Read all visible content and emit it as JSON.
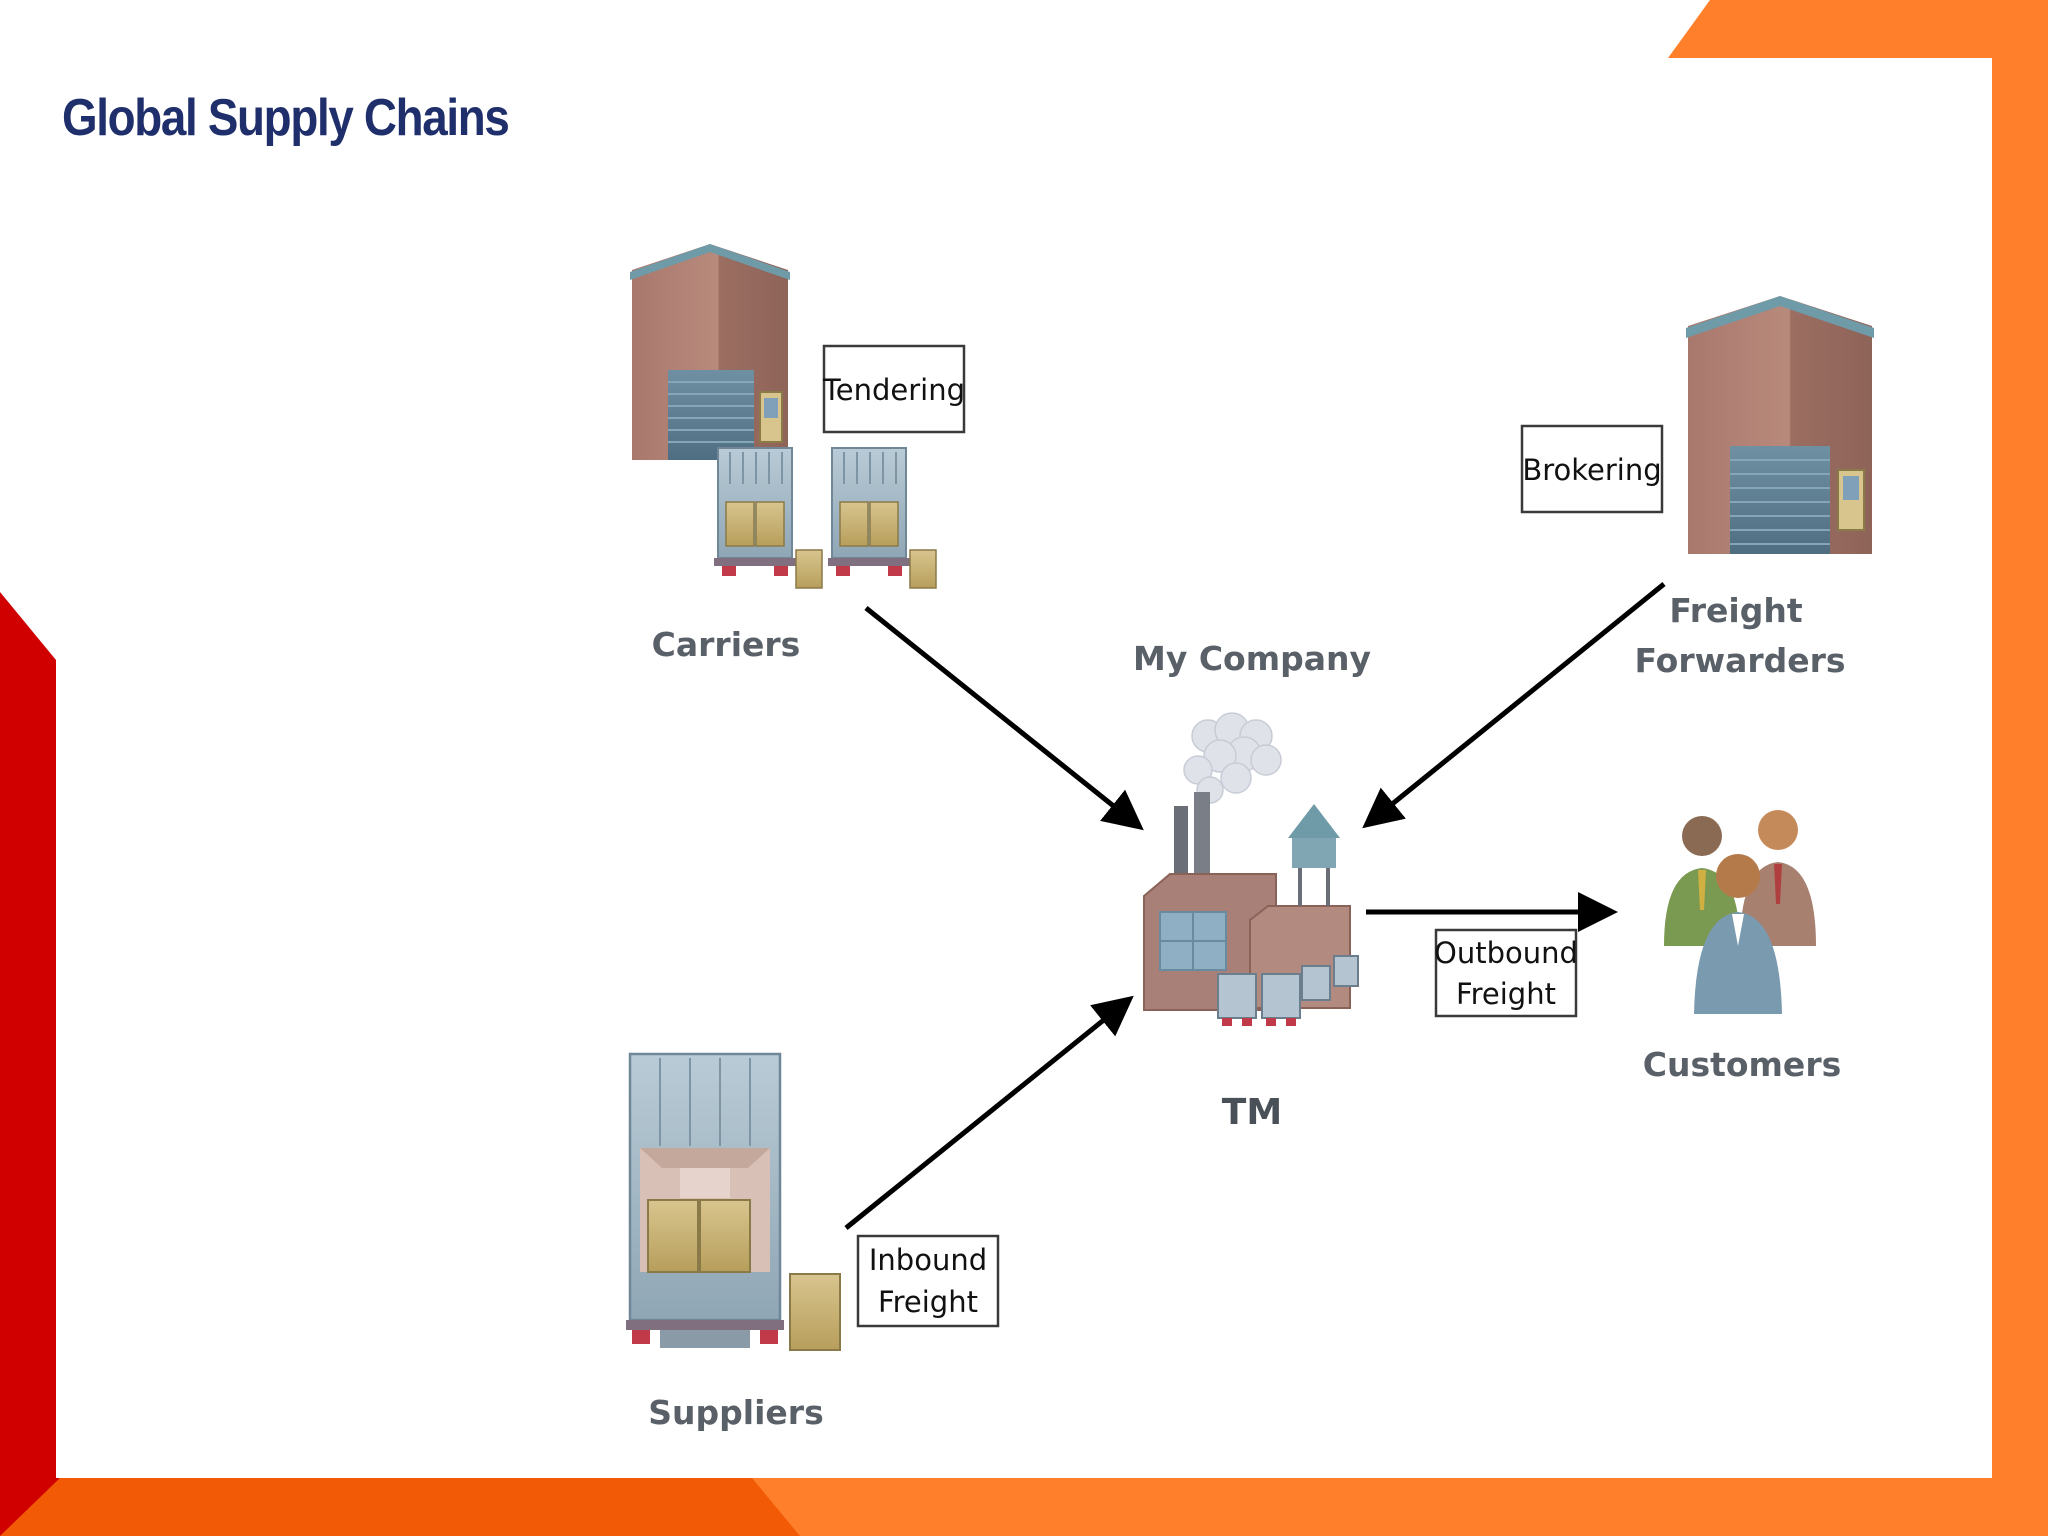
{
  "title": "Global Supply Chains",
  "colors": {
    "title": "#1f2f6b",
    "accent_red": "#d00000",
    "accent_orange": "#ff7f2a",
    "accent_orange_dark": "#f25a05",
    "label_gray": "#5a6068"
  },
  "nodes": {
    "carriers": {
      "label": "Carriers",
      "icon": "warehouse-with-trucks-icon"
    },
    "freight_forwarders": {
      "label_line1": "Freight",
      "label_line2": "Forwarders",
      "icon": "warehouse-icon"
    },
    "my_company": {
      "label": "My Company",
      "sublabel": "TM",
      "icon": "factory-icon"
    },
    "customers": {
      "label": "Customers",
      "icon": "people-group-icon"
    },
    "suppliers": {
      "label": "Suppliers",
      "icon": "truck-trailer-icon"
    }
  },
  "flows": {
    "tendering": {
      "label": "Tendering"
    },
    "brokering": {
      "label": "Brokering"
    },
    "outbound": {
      "line1": "Outbound",
      "line2": "Freight"
    },
    "inbound": {
      "line1": "Inbound",
      "line2": "Freight"
    }
  }
}
